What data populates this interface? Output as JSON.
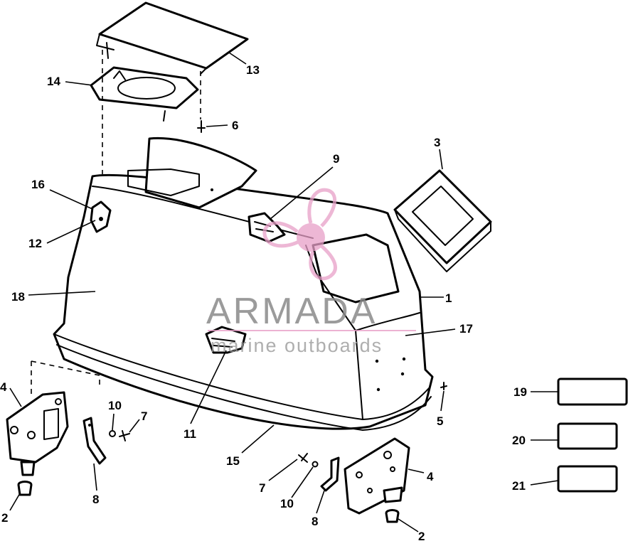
{
  "watermark": {
    "brand": "ARMADA",
    "tagline": "marine outboards",
    "colors": {
      "logo": "#e8a0c8",
      "text": "#8a8a8a"
    }
  },
  "callouts": {
    "c1": "1",
    "c2a": "2",
    "c2b": "2",
    "c3": "3",
    "c4a": "4",
    "c4b": "4",
    "c5": "5",
    "c6": "6",
    "c7a": "7",
    "c7b": "7",
    "c8a": "8",
    "c8b": "8",
    "c9": "9",
    "c10a": "10",
    "c10b": "10",
    "c11": "11",
    "c12": "12",
    "c13": "13",
    "c14": "14",
    "c15": "15",
    "c16": "16",
    "c17": "17",
    "c18": "18",
    "c19": "19",
    "c20": "20",
    "c21": "21"
  }
}
